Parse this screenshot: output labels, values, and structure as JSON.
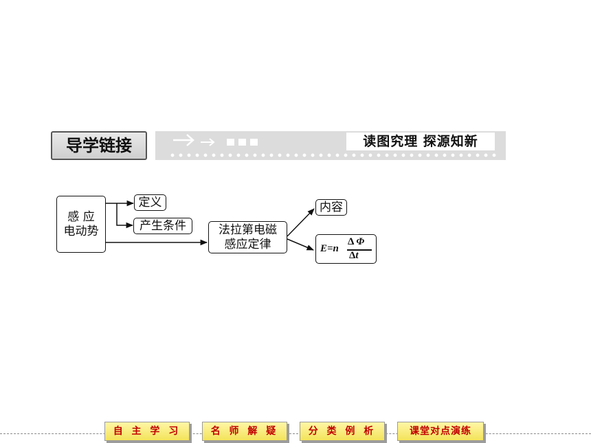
{
  "header": {
    "title": "导学链接",
    "subtitle": "读图究理 探源知新"
  },
  "diagram": {
    "root": [
      "感 应",
      "电动势"
    ],
    "definition": "定义",
    "conditions": "产生条件",
    "law": [
      "法拉第电磁",
      "感应定律"
    ],
    "content": "内容",
    "formula": {
      "lhs": "E=n",
      "num_symbol": "Δ",
      "num_var": "Φ",
      "den_symbol": "Δ",
      "den_var": "t"
    }
  },
  "nav": {
    "items": [
      "自 主 学 习",
      "名 师 解 疑",
      "分 类 例 析",
      "课堂对点演练"
    ]
  },
  "colors": {
    "nav_text": "#c00000",
    "nav_bg": "#f3e35a",
    "header_bg": "#dcdcdc"
  }
}
